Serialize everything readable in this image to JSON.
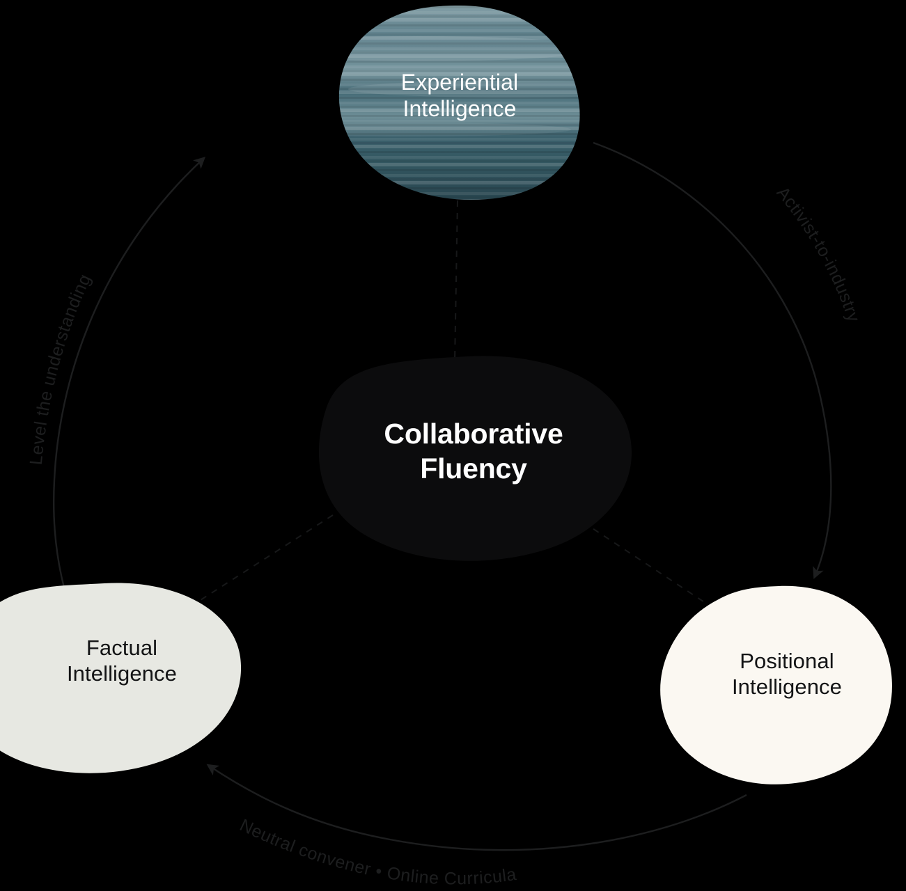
{
  "diagram": {
    "title": "Collaborative Fluency",
    "background_color": "#000000",
    "center": {
      "label": "Collaborative\nFluency",
      "shape": "organic-blob",
      "fill": "#0c0c0d",
      "text_color": "#ffffff"
    },
    "nodes": [
      {
        "id": "experiential",
        "label": "Experiential\nIntelligence",
        "shape": "organic-blob",
        "fill": "water-photo-texture",
        "texture_colors": [
          "#2b4a52",
          "#3e6470",
          "#6d8d96",
          "#8fa8ad",
          "#b6c6c8"
        ],
        "text_color": "#ffffff",
        "position": "top"
      },
      {
        "id": "factual",
        "label": "Factual\nIntelligence",
        "shape": "organic-blob",
        "fill": "#e7e8e2",
        "text_color": "#131415",
        "position": "bottom-left"
      },
      {
        "id": "positional",
        "label": "Positional\nIntelligence",
        "shape": "organic-blob",
        "fill": "#fbf8f2",
        "text_color": "#131415",
        "position": "bottom-right"
      }
    ],
    "arcs": [
      {
        "id": "arc-left",
        "label": "Level the understanding",
        "from": "factual",
        "to": "experiential",
        "direction": "clockwise",
        "arrowhead": "at-experiential",
        "stroke": "#1d1e1f"
      },
      {
        "id": "arc-right",
        "label": "Activist-to-industry",
        "from": "experiential",
        "to": "positional",
        "direction": "clockwise",
        "arrowhead": "at-positional",
        "stroke": "#1d1e1f"
      },
      {
        "id": "arc-bottom",
        "label": "Neutral convener    •    Online Curricula",
        "label_parts": [
          "Neutral convener",
          "Online Curricula"
        ],
        "separator": "•",
        "from": "positional",
        "to": "factual",
        "direction": "clockwise",
        "arrowhead": "at-factual",
        "stroke": "#1d1e1f"
      }
    ],
    "connectors": [
      {
        "id": "connector-center-experiential",
        "from": "center",
        "to": "experiential",
        "style": "dashed",
        "stroke": "#161718"
      },
      {
        "id": "connector-center-factual",
        "from": "center",
        "to": "factual",
        "style": "dashed",
        "stroke": "#161718"
      },
      {
        "id": "connector-center-positional",
        "from": "center",
        "to": "positional",
        "style": "dashed",
        "stroke": "#161718"
      }
    ]
  }
}
